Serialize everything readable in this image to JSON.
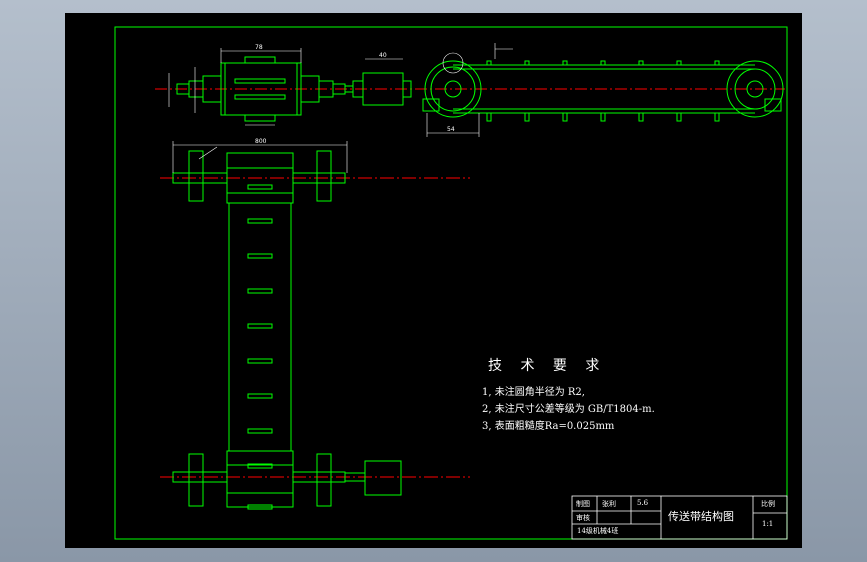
{
  "drawing": {
    "tech_title": "技 术 要 求",
    "tech_requirements": [
      "1, 未注圆角半径为 R2,",
      "2, 未注尺寸公差等级为 GB/T1804-m.",
      "3, 表面粗糙度Ra=0.025mm"
    ],
    "dimensions": {
      "width_top": "800",
      "roller_len": "78",
      "motor_w": "40",
      "side_w": "54"
    },
    "title_block": {
      "drawing_name": "传送带结构图",
      "designer_label": "制图",
      "checker_label": "审核",
      "designer_name": "张利",
      "scale_label": "比例",
      "scale_value": "1:1",
      "sheet_no": "5.6",
      "school": "14级机械4班"
    },
    "colors": {
      "background": "#000000",
      "frame": "#00ff00",
      "part": "#00ff00",
      "center_line": "#ff0000",
      "dimension": "#ffffff"
    }
  }
}
